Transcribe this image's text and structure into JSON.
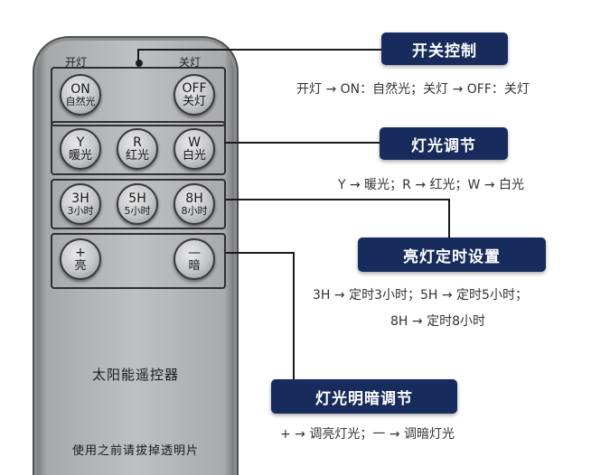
{
  "remote": {
    "label_on": "开灯",
    "label_off": "关灯",
    "buttons": {
      "on": {
        "line1": "ON",
        "line2": "自然光"
      },
      "off": {
        "line1": "OFF",
        "line2": "关灯"
      },
      "y": {
        "line1": "Y",
        "line2": "暖光"
      },
      "r": {
        "line1": "R",
        "line2": "红光"
      },
      "w": {
        "line1": "W",
        "line2": "白光"
      },
      "h3": {
        "line1": "3H",
        "line2": "3小时"
      },
      "h5": {
        "line1": "5H",
        "line2": "5小时"
      },
      "h8": {
        "line1": "8H",
        "line2": "8小时"
      },
      "plus": {
        "line1": "+",
        "line2": "亮"
      },
      "minus": {
        "line1": "—",
        "line2": "暗"
      }
    },
    "title": "太阳能遥控器",
    "footer": "使用之前请拔掉透明片"
  },
  "callouts": {
    "switch": {
      "title": "开关控制",
      "desc": "开灯 → ON：自然光；关灯 → OFF：关灯"
    },
    "light": {
      "title": "灯光调节",
      "desc": "Y → 暖光；R → 红光；W → 白光"
    },
    "timer": {
      "title": "亮灯定时设置",
      "desc1": "3H → 定时3小时；5H → 定时5小时；",
      "desc2": "8H → 定时8小时"
    },
    "brightness": {
      "title": "灯光明暗调节",
      "desc": "+ → 调亮灯光；一 → 调暗灯光"
    }
  }
}
